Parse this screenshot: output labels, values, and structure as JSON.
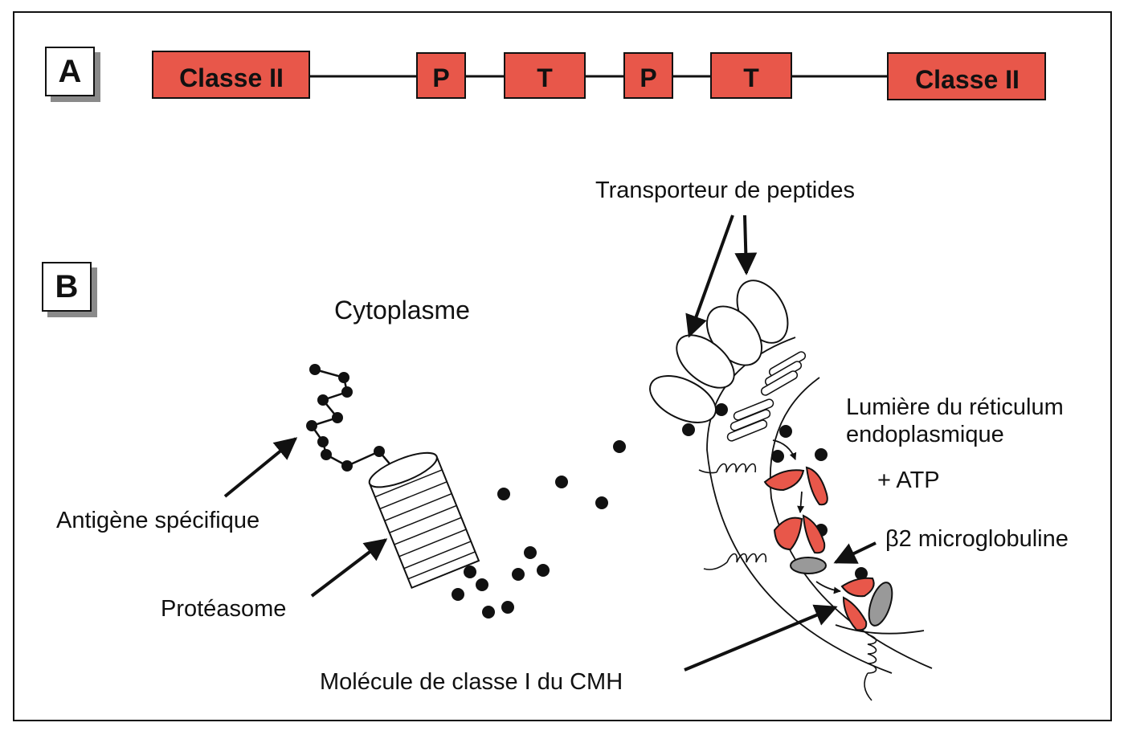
{
  "panels": {
    "a": "A",
    "b": "B"
  },
  "gene_map": {
    "segments": [
      "Classe II",
      "P",
      "T",
      "P",
      "T",
      "Classe II"
    ],
    "fill_color": "#e8574a"
  },
  "labels": {
    "cytoplasm": "Cytoplasme",
    "transporter": "Transporteur de peptides",
    "er_lumen_line1": "Lumière du réticulum",
    "er_lumen_line2": "endoplasmique",
    "atp": "+ ATP",
    "b2m": "β2 microglobuline",
    "antigen": "Antigène spécifique",
    "proteasome": "Protéasome",
    "mhc_class1": "Molécule de classe I du CMH"
  },
  "colors": {
    "protein_red": "#e8574a",
    "b2m_gray": "#999999",
    "ink": "#111111"
  }
}
